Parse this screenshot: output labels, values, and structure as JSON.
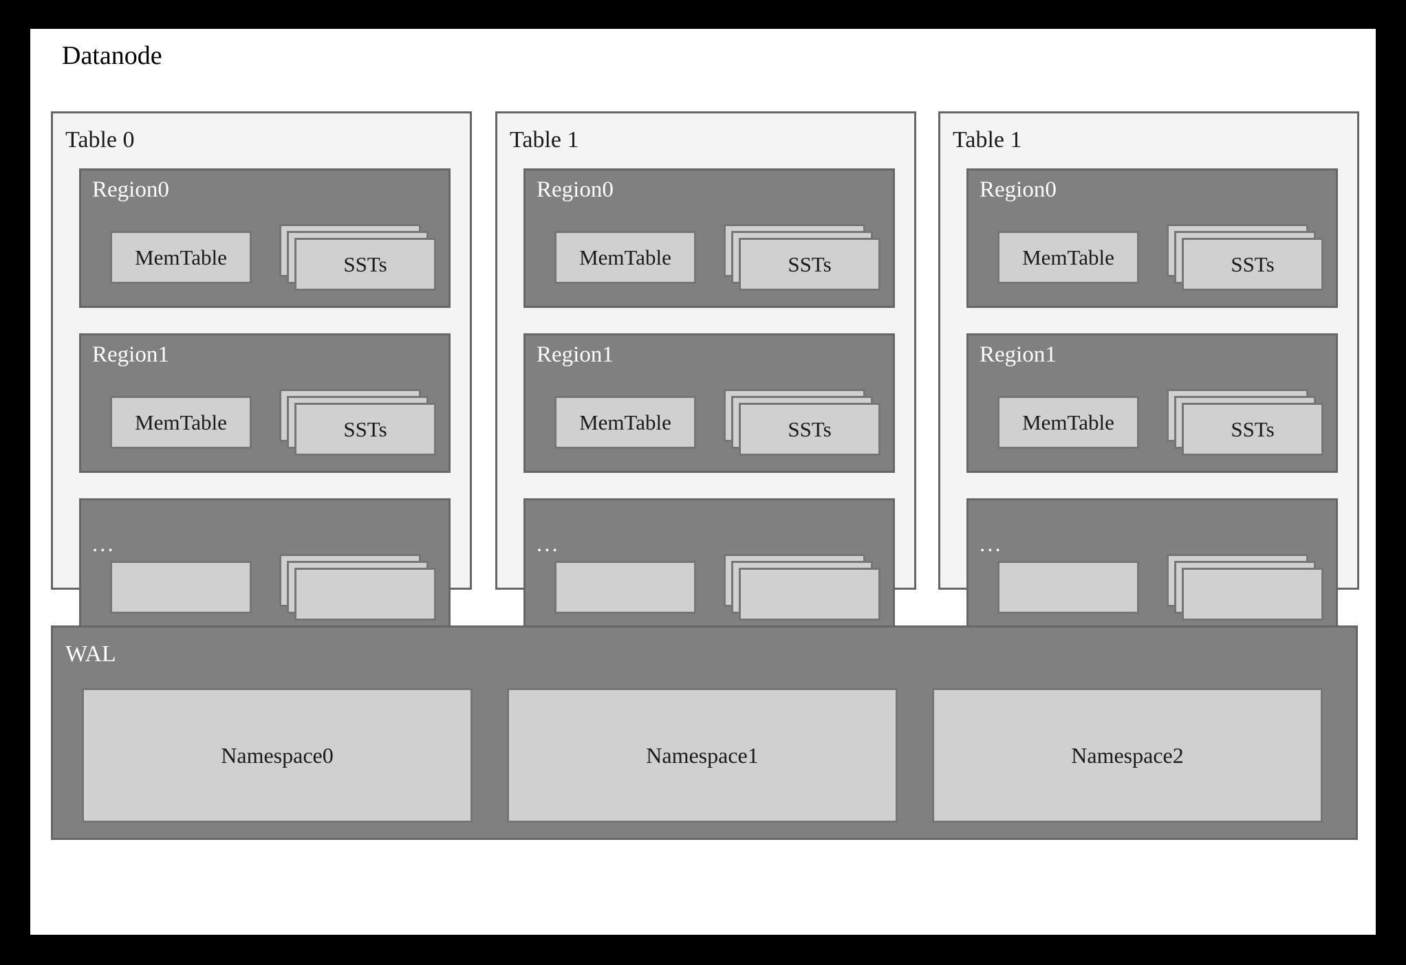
{
  "diagram": {
    "title": "Datanode",
    "type": "architecture-block-diagram",
    "colors": {
      "outer_frame": "#000000",
      "canvas": "#ffffff",
      "table_panel_bg": "#f4f4f4",
      "panel_border": "#666666",
      "region_bg": "#808080",
      "leaf_box_bg": "#d0d0d0",
      "leaf_box_border": "#757575",
      "dark_text": "#1a1a1a",
      "light_text": "#ffffff"
    }
  },
  "tables": [
    {
      "label": "Table 0",
      "regions": [
        {
          "label": "Region0",
          "memtable_label": "MemTable",
          "sst_label": "SSTs",
          "sst_count": 3
        },
        {
          "label": "Region1",
          "memtable_label": "MemTable",
          "sst_label": "SSTs",
          "sst_count": 3
        },
        {
          "label": "...",
          "memtable_label": "",
          "sst_label": "",
          "sst_count": 3
        }
      ]
    },
    {
      "label": "Table 1",
      "regions": [
        {
          "label": "Region0",
          "memtable_label": "MemTable",
          "sst_label": "SSTs",
          "sst_count": 3
        },
        {
          "label": "Region1",
          "memtable_label": "MemTable",
          "sst_label": "SSTs",
          "sst_count": 3
        },
        {
          "label": "...",
          "memtable_label": "",
          "sst_label": "",
          "sst_count": 3
        }
      ]
    },
    {
      "label": "Table 1",
      "regions": [
        {
          "label": "Region0",
          "memtable_label": "MemTable",
          "sst_label": "SSTs",
          "sst_count": 3
        },
        {
          "label": "Region1",
          "memtable_label": "MemTable",
          "sst_label": "SSTs",
          "sst_count": 3
        },
        {
          "label": "...",
          "memtable_label": "",
          "sst_label": "",
          "sst_count": 3
        }
      ]
    }
  ],
  "wal": {
    "label": "WAL",
    "namespaces": [
      {
        "label": "Namespace0"
      },
      {
        "label": "Namespace1"
      },
      {
        "label": "Namespace2"
      }
    ]
  }
}
